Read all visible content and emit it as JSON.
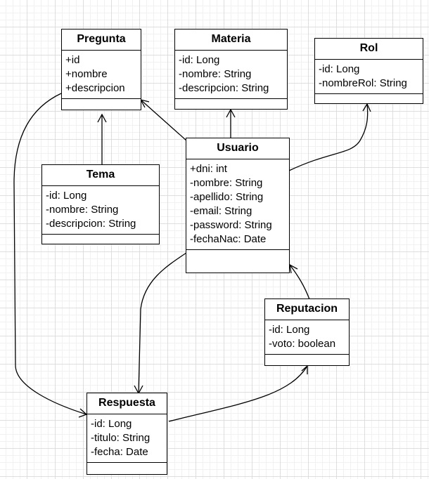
{
  "diagram": {
    "classes": [
      {
        "id": "pregunta",
        "name": "Pregunta",
        "attributes": [
          "+id",
          "+nombre",
          "+descripcion"
        ]
      },
      {
        "id": "materia",
        "name": "Materia",
        "attributes": [
          "-id: Long",
          "-nombre: String",
          "-descripcion: String"
        ]
      },
      {
        "id": "rol",
        "name": "Rol",
        "attributes": [
          "-id: Long",
          "-nombreRol: String"
        ]
      },
      {
        "id": "usuario",
        "name": "Usuario",
        "attributes": [
          "+dni: int",
          "-nombre: String",
          "-apellido: String",
          "-email: String",
          "-password: String",
          "-fechaNac: Date"
        ]
      },
      {
        "id": "tema",
        "name": "Tema",
        "attributes": [
          "-id: Long",
          "-nombre: String",
          "-descripcion: String"
        ]
      },
      {
        "id": "reputacion",
        "name": "Reputacion",
        "attributes": [
          "-id: Long",
          "-voto: boolean"
        ]
      },
      {
        "id": "respuesta",
        "name": "Respuesta",
        "attributes": [
          "-id: Long",
          "-titulo: String",
          "-fecha: Date"
        ]
      }
    ],
    "associations": [
      {
        "from": "tema",
        "to": "pregunta",
        "arrow": "open"
      },
      {
        "from": "usuario",
        "to": "pregunta",
        "arrow": "open"
      },
      {
        "from": "usuario",
        "to": "materia",
        "arrow": "open"
      },
      {
        "from": "usuario",
        "to": "rol",
        "arrow": "open"
      },
      {
        "from": "usuario",
        "to": "respuesta",
        "arrow": "open"
      },
      {
        "from": "pregunta",
        "to": "respuesta",
        "arrow": "open"
      },
      {
        "from": "reputacion",
        "to": "usuario",
        "arrow": "open"
      },
      {
        "from": "respuesta",
        "to": "reputacion",
        "arrow": "open"
      }
    ]
  }
}
